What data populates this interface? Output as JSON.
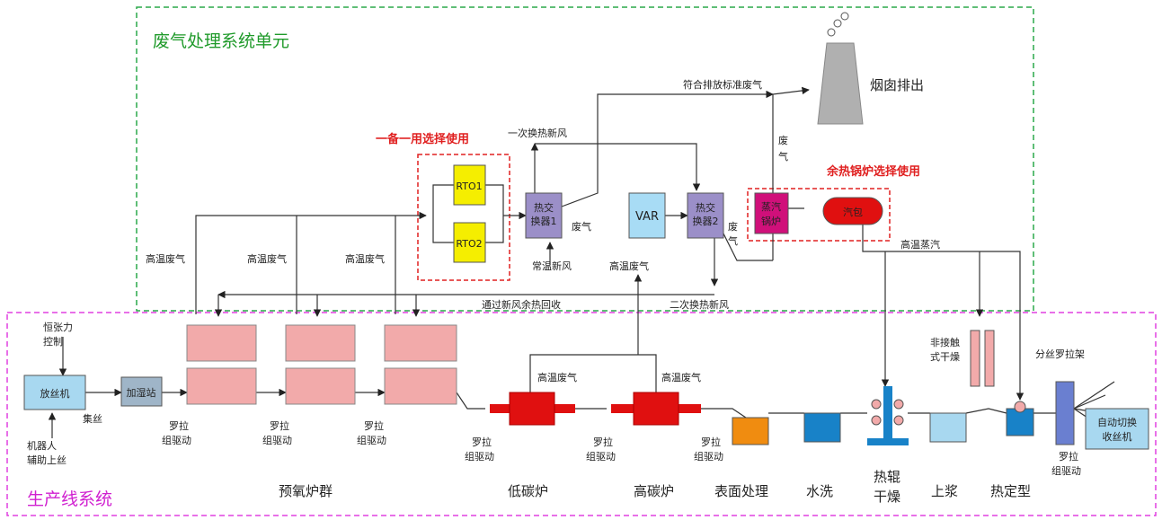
{
  "sections": {
    "exhaust_title": "废气处理系统单元",
    "production_title": "生产线系统"
  },
  "notes": {
    "backup": "一备一用选择使用",
    "boiler": "余热锅炉选择使用"
  },
  "units": {
    "rto1": "RTO1",
    "rto2": "RTO2",
    "hx1": [
      "热交",
      "换器1"
    ],
    "hx2": [
      "热交",
      "换器2"
    ],
    "var": "VAR",
    "boiler": [
      "蒸汽",
      "锅炉"
    ],
    "drum": "汽包",
    "chimney": "烟囱排出",
    "unwinder": "放丝机",
    "humidifier": "加湿站",
    "winder": [
      "自动切换",
      "收丝机"
    ]
  },
  "labels": {
    "hot_gas": "高温废气",
    "compliant_gas": "符合排放标准废气",
    "first_air": "一次换热新风",
    "waste_gas": "废气",
    "waste_gas_v": [
      "废",
      "气"
    ],
    "normal_air": "常温新风",
    "second_air": "二次换热新风",
    "recovery": "通过新风余热回收",
    "steam": "高温蒸汽",
    "tension": [
      "恒张力",
      "控制"
    ],
    "bundle": "集丝",
    "robot": [
      "机器人",
      "辅助上丝"
    ],
    "roller": [
      "罗拉",
      "组驱动"
    ],
    "noncontact": [
      "非接触",
      "式干燥"
    ],
    "split": "分丝罗拉架"
  },
  "stages": {
    "preox": "预氧炉群",
    "low": "低碳炉",
    "high": "高碳炉",
    "surface": "表面处理",
    "wash": "水洗",
    "dry": [
      "热辊",
      "干燥"
    ],
    "size": "上浆",
    "heatset": "热定型"
  }
}
